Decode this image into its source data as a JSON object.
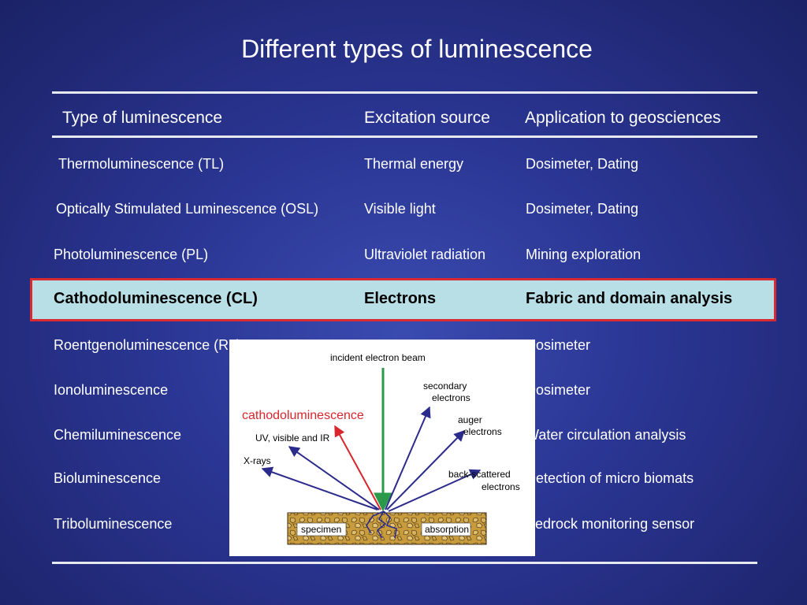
{
  "slide": {
    "title": "Different types of luminescence",
    "headers": [
      "Type of luminescence",
      "Excitation source",
      "Application to geosciences"
    ],
    "rows": [
      {
        "type": "Thermoluminescence (TL)",
        "source": "Thermal energy",
        "app": "Dosimeter, Dating"
      },
      {
        "type": "Optically Stimulated Luminescence (OSL)",
        "source": "Visible light",
        "app": "Dosimeter, Dating"
      },
      {
        "type": "Photoluminescence (PL)",
        "source": "Ultraviolet radiation",
        "app": "Mining exploration"
      },
      {
        "type": "Cathodoluminescence (CL)",
        "source": "Electrons",
        "app": "Fabric and domain analysis"
      },
      {
        "type": "Roentgenoluminescence (RL)",
        "source": "",
        "app": "Dosimeter"
      },
      {
        "type": "Ionoluminescence",
        "source": "",
        "app": "Dosimeter"
      },
      {
        "type": "Chemiluminescence",
        "source": "",
        "app": "Water circulation analysis"
      },
      {
        "type": "Bioluminescence",
        "source": "",
        "app": "Detection of micro biomats"
      },
      {
        "type": "Triboluminescence",
        "source": "",
        "app": "Bedrock monitoring sensor"
      }
    ],
    "highlight_color": "#b8dfe6",
    "highlight_border": "#d82a30"
  },
  "figure": {
    "incident_beam": "incident electron beam",
    "cathodoluminescence": "cathodoluminescence",
    "uv_visible_ir": "UV,  visible and IR",
    "xrays": "X-rays",
    "secondary_1": "secondary",
    "secondary_2": "electrons",
    "auger_1": "auger",
    "auger_2": "electrons",
    "backscattered_1": "back-scattered",
    "backscattered_2": "electrons",
    "specimen": "specimen",
    "absorption": "absorption"
  }
}
